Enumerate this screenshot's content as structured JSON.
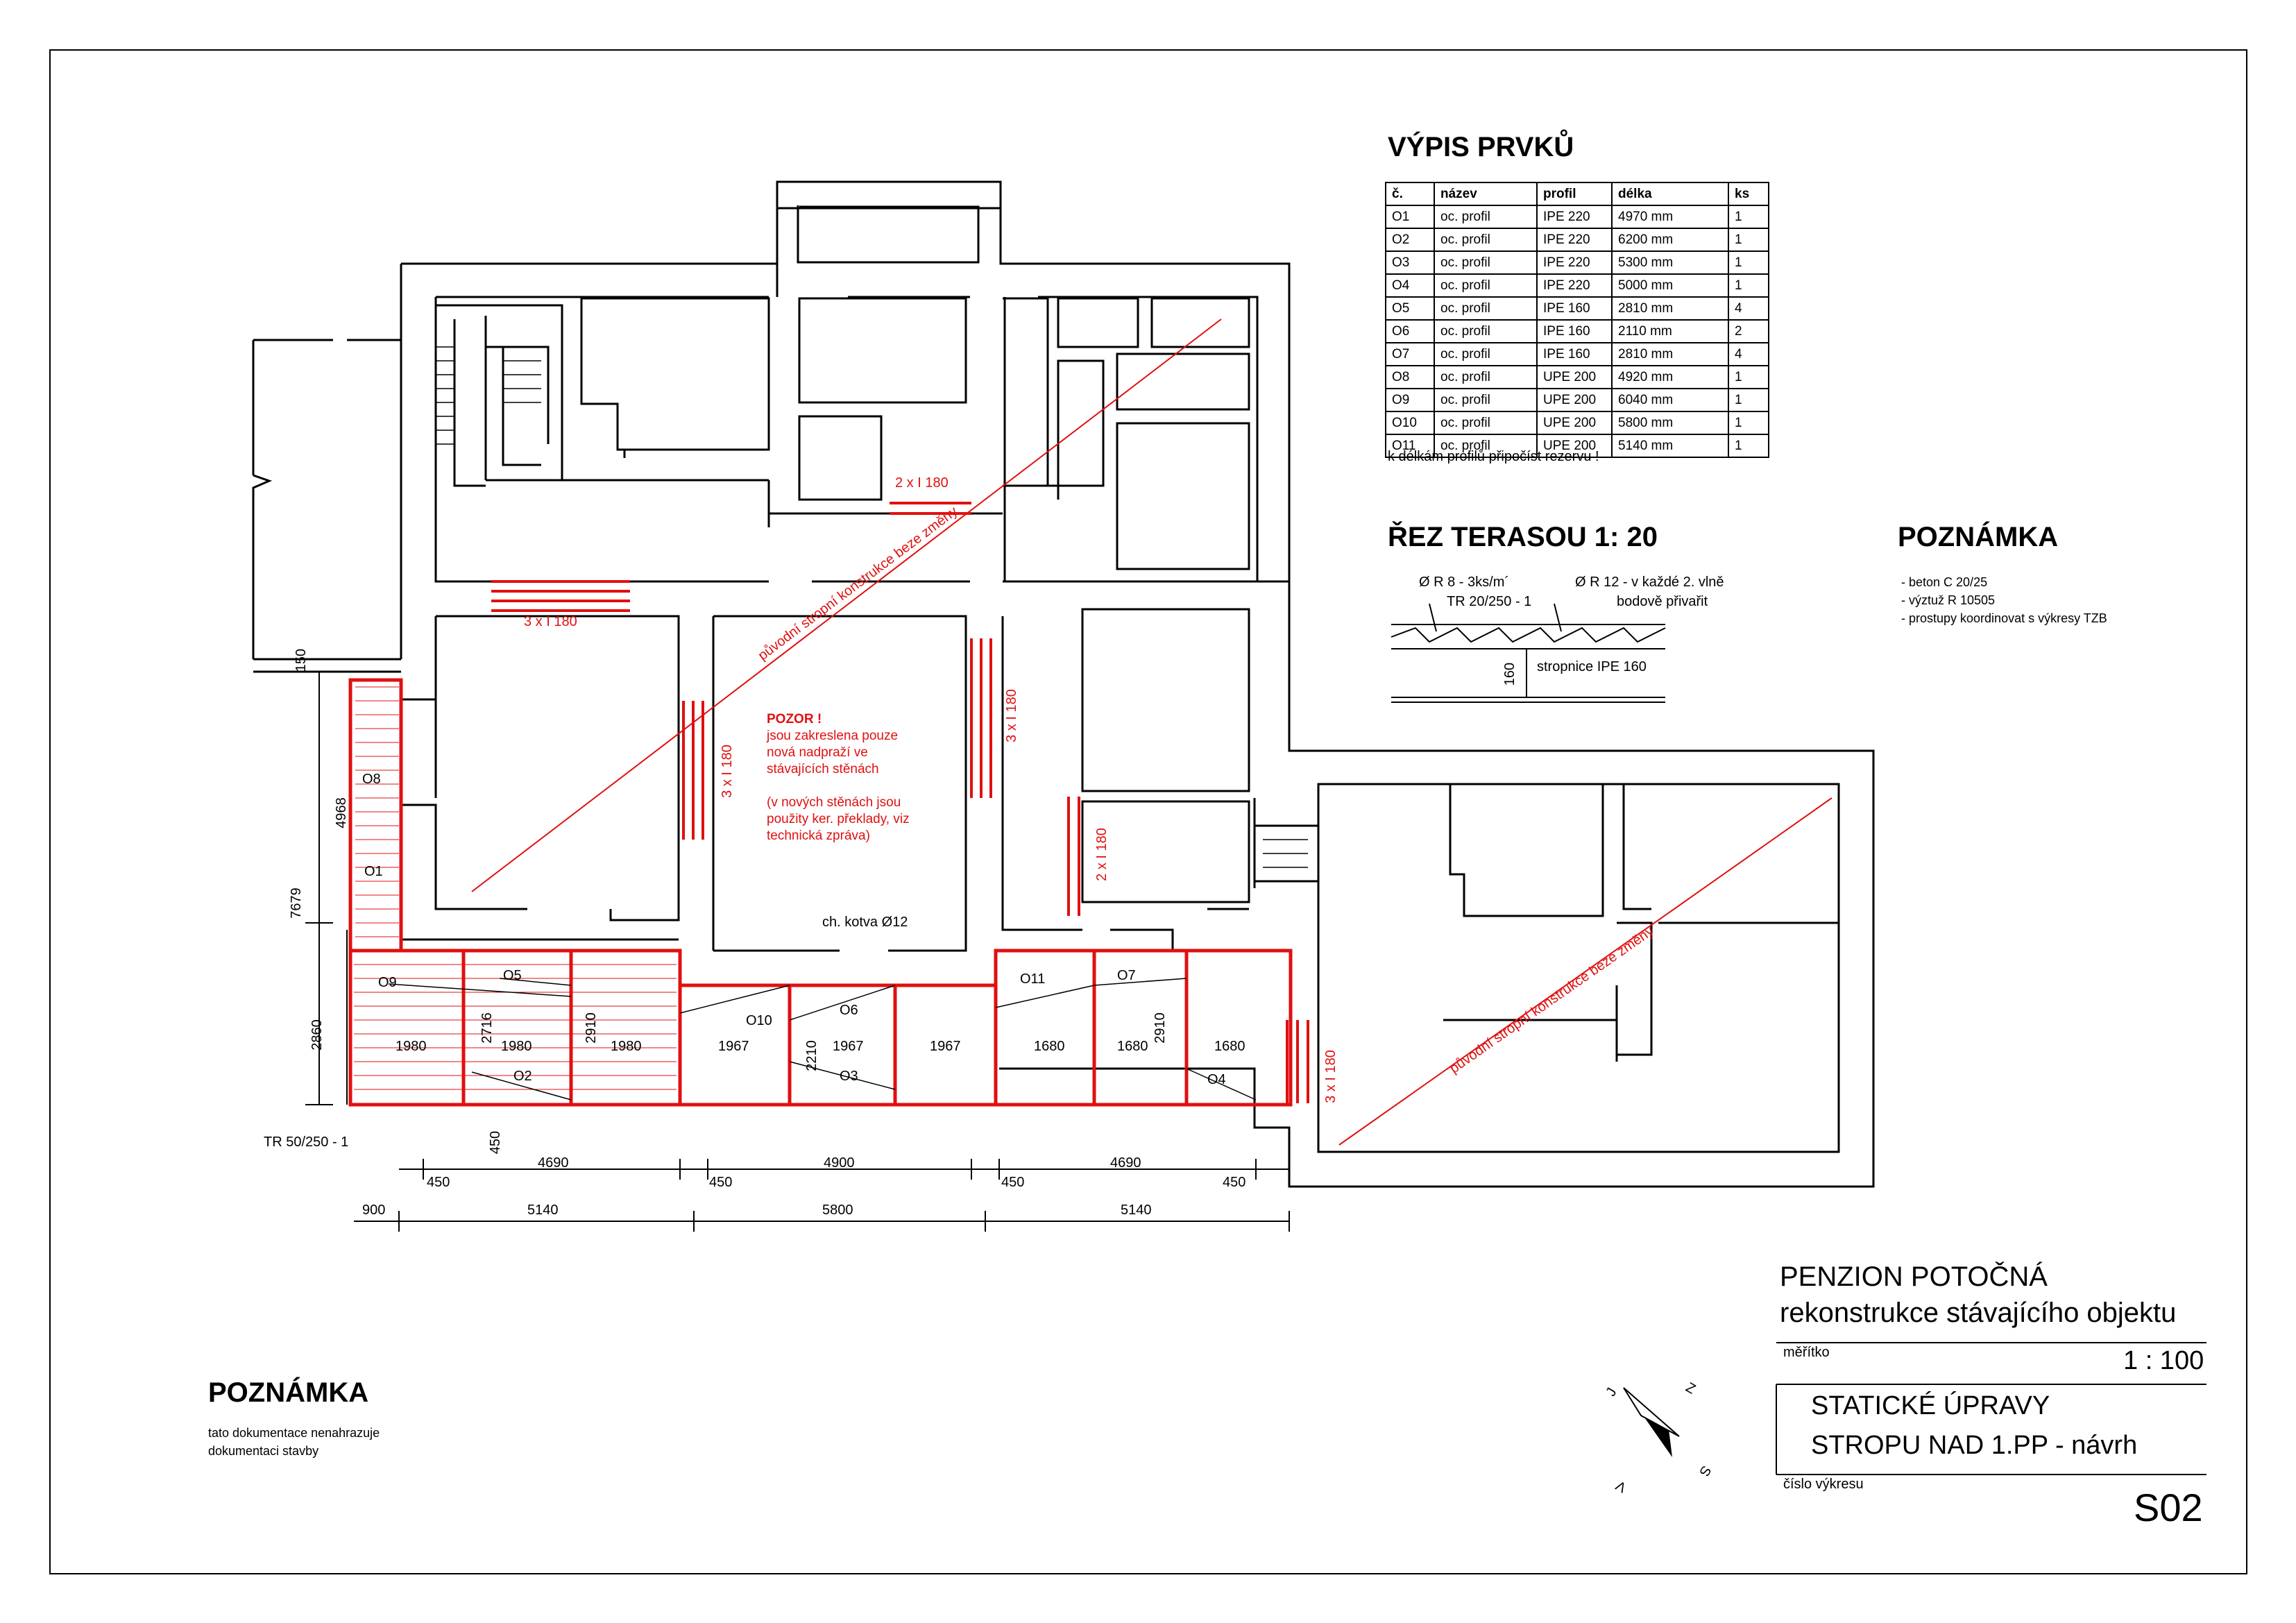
{
  "spec_table": {
    "title": "VÝPIS PRVKŮ",
    "headers": [
      "č.",
      "název",
      "profil",
      "délka",
      "ks"
    ],
    "rows": [
      [
        "O1",
        "oc. profil",
        "IPE 220",
        "4970 mm",
        "1"
      ],
      [
        "O2",
        "oc. profil",
        "IPE 220",
        "6200 mm",
        "1"
      ],
      [
        "O3",
        "oc. profil",
        "IPE 220",
        "5300 mm",
        "1"
      ],
      [
        "O4",
        "oc. profil",
        "IPE 220",
        "5000 mm",
        "1"
      ],
      [
        "O5",
        "oc. profil",
        "IPE 160",
        "2810 mm",
        "4"
      ],
      [
        "O6",
        "oc. profil",
        "IPE 160",
        "2110 mm",
        "2"
      ],
      [
        "O7",
        "oc. profil",
        "IPE 160",
        "2810 mm",
        "4"
      ],
      [
        "O8",
        "oc. profil",
        "UPE 200",
        "4920 mm",
        "1"
      ],
      [
        "O9",
        "oc. profil",
        "UPE 200",
        "6040 mm",
        "1"
      ],
      [
        "O10",
        "oc. profil",
        "UPE 200",
        "5800 mm",
        "1"
      ],
      [
        "O11",
        "oc. profil",
        "UPE 200",
        "5140 mm",
        "1"
      ]
    ],
    "footnote": "k délkám profilů připočíst rezervu !"
  },
  "section": {
    "title": "ŘEZ TERASOU 1: 20",
    "label_rebar_a": "Ø R 8 - 3ks/m´",
    "label_rebar_b": "Ø R 12 - v každé 2. vlně",
    "label_tr": "TR 20/250 - 1",
    "label_weld": "bodově přivařit",
    "label_height": "160",
    "label_joist": "stropnice IPE 160"
  },
  "note_right": {
    "title": "POZNÁMKA",
    "lines": [
      "- beton C 20/25",
      "- výztuž R 10505",
      "- prostupy koordinovat s výkresy TZB"
    ]
  },
  "note_left": {
    "title": "POZNÁMKA",
    "lines": [
      "tato dokumentace nenahrazuje",
      "dokumentaci stavby"
    ]
  },
  "plan": {
    "lintels": [
      "2 x I 180",
      "3 x I 180",
      "3 x I 180",
      "3 x I 180",
      "2 x I 180",
      "3 x I 180"
    ],
    "diag_text_1": "původní stropní konstrukce beze změny",
    "diag_text_2": "původní stropní konstrukce beze změny",
    "warning_lines": [
      "POZOR !",
      "jsou zakreslena pouze",
      "nová nadpraží ve",
      "stávajících stěnách",
      "",
      "(v nových stěnách jsou",
      "použity ker. překlady, viz",
      "technická zpráva)"
    ],
    "anchor": "ch. kotva Ø12",
    "tr_label": "TR 50/250 - 1",
    "markers": [
      "O8",
      "O1",
      "O9",
      "O5",
      "O2",
      "O10",
      "O6",
      "O3",
      "O11",
      "O7",
      "O4"
    ],
    "bay_dims": [
      "1980",
      "1980",
      "1980",
      "1967",
      "1967",
      "1967",
      "1680",
      "1680",
      "1680"
    ],
    "inner_dims": [
      "2716",
      "2910",
      "2210",
      "2910"
    ],
    "vert_dims": [
      "150",
      "4968",
      "7679",
      "2860",
      "450"
    ],
    "row1_dims": [
      "450",
      "4690",
      "450",
      "4900",
      "450",
      "4690",
      "450"
    ],
    "row2_dims": [
      "900",
      "5140",
      "5800",
      "5140"
    ]
  },
  "title_block": {
    "project": "PENZION POTOČNÁ",
    "subtitle": "rekonstrukce stávajícího objektu",
    "scale_label": "měřítko",
    "scale": "1 : 100",
    "drawing_title_1": "STATICKÉ ÚPRAVY",
    "drawing_title_2": "STROPU NAD 1.PP - návrh",
    "sheet_label": "číslo výkresu",
    "sheet_no": "S02"
  },
  "compass": {
    "letters": [
      "J",
      "Z",
      "S",
      "V"
    ]
  }
}
